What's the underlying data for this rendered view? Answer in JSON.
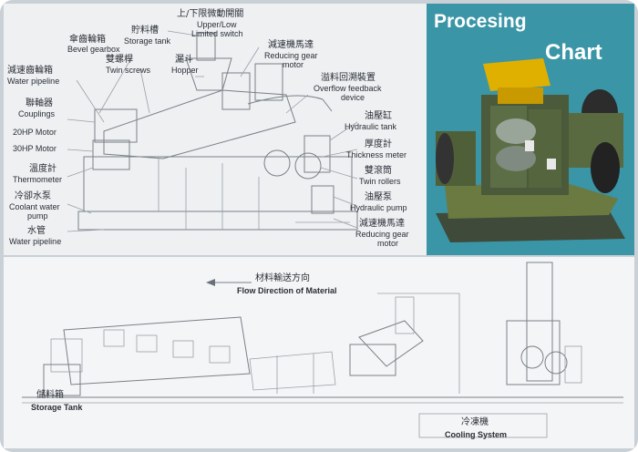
{
  "top": {
    "labels": {
      "bevel_zh": "傘齒輪箱",
      "bevel_en": "Bevel gearbox",
      "storage_zh": "貯料槽",
      "storage_en": "Storage tank",
      "limit_zh": "上/下限微動開關",
      "limit_en1": "Upper/Low",
      "limit_en2": "Limited switch",
      "reduce1_zh": "減速齒輪箱",
      "reduce1_en": "Water pipeline",
      "twin_screw_zh": "雙螺桿",
      "twin_screw_en": "Twin screws",
      "hopper_zh": "漏斗",
      "hopper_en": "Hopper",
      "gearmotor1_zh": "減速機馬達",
      "gearmotor1_en1": "Reducing gear",
      "gearmotor1_en2": "motor",
      "overflow_zh": "溢料回溯裝置",
      "overflow_en1": "Overflow feedback",
      "overflow_en2": "device",
      "coupling_zh": "聯軸器",
      "coupling_en": "Couplings",
      "motor20": "20HP Motor",
      "motor30": "30HP Motor",
      "hydtank_zh": "油壓缸",
      "hydtank_en": "Hydraulic tank",
      "thickmeter_zh": "厚度計",
      "thickmeter_en": "Thickness meter",
      "thermo_zh": "溫度計",
      "thermo_en": "Thermometer",
      "twinroll_zh": "雙滾筒",
      "twinroll_en": "Twin rollers",
      "coolant_zh": "冷卻水泵",
      "coolant_en1": "Coolant water",
      "coolant_en2": "pump",
      "hydpump_zh": "油壓泵",
      "hydpump_en": "Hydraulic pump",
      "water_zh": "水管",
      "water_en": "Water pipeline",
      "gearmotor2_zh": "減速機馬達",
      "gearmotor2_en1": "Reducing gear",
      "gearmotor2_en2": "motor"
    }
  },
  "photo": {
    "title_line1": "Procesing",
    "title_line2": "Chart"
  },
  "bottom": {
    "flow_zh": "材料輸送方向",
    "flow_en": "Flow Direction of Material",
    "storage_zh": "儲料箱",
    "storage_en": "Storage Tank",
    "cooling_zh": "冷凍機",
    "cooling_en": "Cooling System"
  }
}
